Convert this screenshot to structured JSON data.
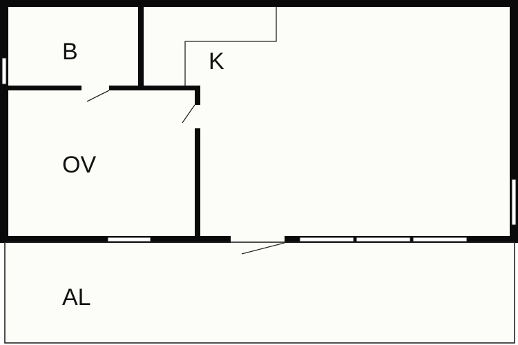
{
  "plan": {
    "rooms": [
      {
        "id": "bathroom",
        "label": "B"
      },
      {
        "id": "kitchen",
        "label": "K"
      },
      {
        "id": "storage",
        "label": "OV"
      },
      {
        "id": "terrace",
        "label": "AL"
      }
    ],
    "colors": {
      "wall": "#0a0a0a",
      "floor": "#fcfcf8",
      "background": "#ffffff",
      "thin_line": "#222222"
    }
  }
}
